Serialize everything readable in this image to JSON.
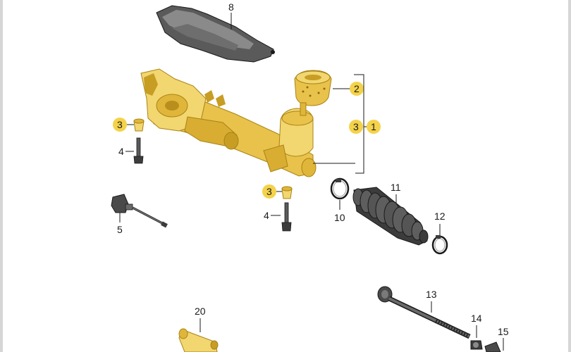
{
  "colors": {
    "highlight": "#f4d24a",
    "rack_gold": "#e8c24a",
    "rack_shadow": "#b98e1c",
    "dark_part": "#3c3c3c",
    "line": "#1a1a1a"
  },
  "callouts": {
    "p8": "8",
    "p2": "2",
    "p1": "1",
    "p3a": "3",
    "p3b": "3",
    "p3c": "3",
    "p4a": "4",
    "p4b": "4",
    "p5": "5",
    "p10": "10",
    "p11": "11",
    "p12": "12",
    "p13": "13",
    "p14": "14",
    "p15": "15",
    "p20": "20"
  },
  "parts": [
    {
      "id": "8",
      "name": "heat-shield"
    },
    {
      "id": "2",
      "name": "mounting-bush"
    },
    {
      "id": "1",
      "name": "steering-rack"
    },
    {
      "id": "3",
      "name": "nut"
    },
    {
      "id": "4",
      "name": "bolt"
    },
    {
      "id": "5",
      "name": "sensor-cable"
    },
    {
      "id": "10",
      "name": "clamp"
    },
    {
      "id": "11",
      "name": "bellows-boot"
    },
    {
      "id": "12",
      "name": "clip"
    },
    {
      "id": "13",
      "name": "tie-rod"
    },
    {
      "id": "14",
      "name": "nut"
    },
    {
      "id": "15",
      "name": "tie-rod-end"
    },
    {
      "id": "20",
      "name": "pin"
    }
  ]
}
